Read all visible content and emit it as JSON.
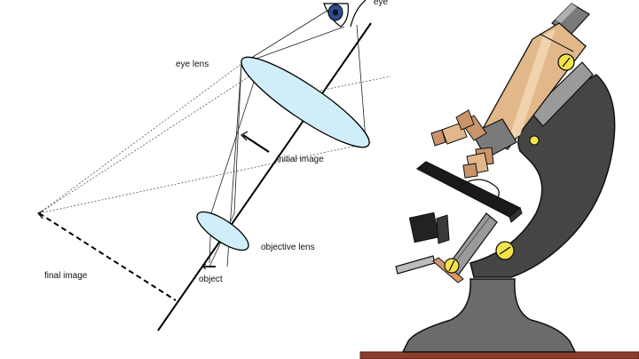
{
  "labels": {
    "eye": "eye",
    "eye_lens": "eye lens",
    "initial_image": "initial image",
    "objective_lens": "objective lens",
    "object": "object",
    "final_image": "final image"
  },
  "colors": {
    "lens_fill": "#cfeefa",
    "tube_brass": "#e2b88a",
    "body_dark": "#454545",
    "base_gray": "#6b6b6b",
    "screw_yellow": "#f2e34a",
    "table_brown": "#8a3d2a"
  },
  "icons": {
    "eye": "eye-icon",
    "microscope": "microscope-illustration"
  }
}
